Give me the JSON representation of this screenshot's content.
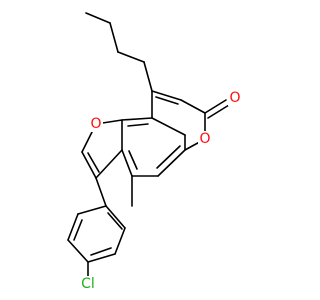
{
  "molecule": {
    "atoms": [
      {
        "id": "o_carbonyl",
        "symbol": "O",
        "color": "#ff0d0d"
      },
      {
        "id": "o_pyran",
        "symbol": "O",
        "color": "#ff0d0d"
      },
      {
        "id": "o_furan",
        "symbol": "O",
        "color": "#ff0d0d"
      },
      {
        "id": "cl",
        "symbol": "Cl",
        "color": "#1fb01f"
      }
    ],
    "bond_color": "#000000"
  }
}
